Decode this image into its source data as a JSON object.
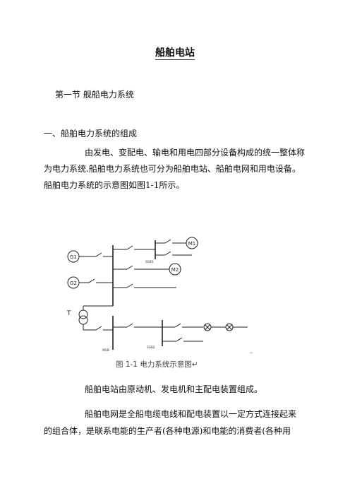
{
  "document": {
    "title": "船舶电站",
    "section": "第一节  舰船电力系统",
    "subsection": "一、船舶电力系统的组成",
    "para1": [
      "由发电、变配电、输电和用电四部分设备构成的统一整体称",
      "为电力系统.船舶电力系统也可分为船舶电站、船舶电网和用电设备。",
      "船舶电力系统的示意图如图1-1所示。"
    ],
    "para2": "船舶电站由原动机、发电机和主配电装置组成。",
    "para3": [
      "船舶电网是全船电缆电线和配电装置以一定方式连接起来",
      "的组合体，是联系电能的生产者(各种电源)和电能的消费者(各种用"
    ]
  },
  "diagram": {
    "labels": {
      "g1": "G1",
      "g2": "G2",
      "m1": "M1",
      "m2": "M2",
      "t": "T",
      "ssb1": "SSB1",
      "ssb2": "SSB2",
      "msb": "MSB"
    },
    "caption": "图 1-1  电力系统示意图↵",
    "mark": "↵"
  }
}
